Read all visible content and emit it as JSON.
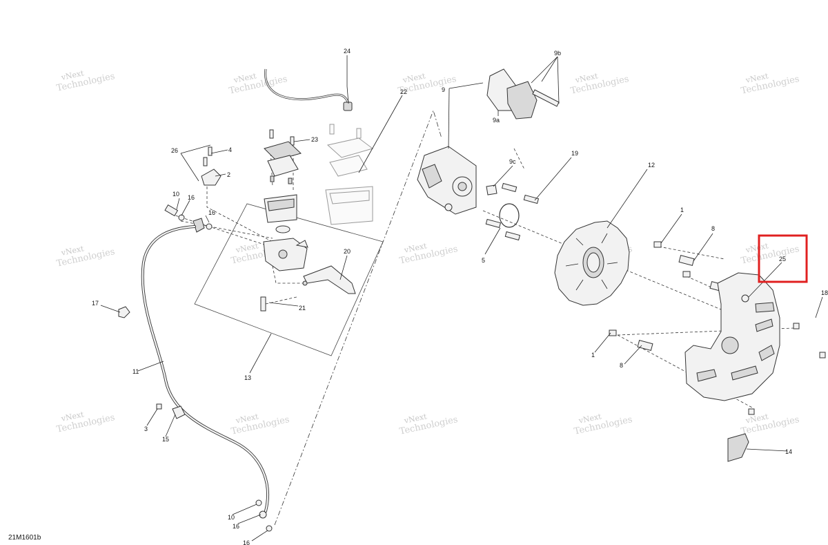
{
  "diagram_code": "21M1601b",
  "watermark": {
    "line1": "vNext",
    "line2": "Technologies"
  },
  "callouts": {
    "c24": "24",
    "c9b": "9b",
    "c9": "9",
    "c9a": "9a",
    "c22": "22",
    "c23": "23",
    "c26": "26",
    "c4": "4",
    "c2": "2",
    "c10a": "10",
    "c16a": "16",
    "c16b": "16",
    "c9c": "9c",
    "c19": "19",
    "c12": "12",
    "c5": "5",
    "c1a": "1",
    "c8a": "8",
    "c25": "25",
    "c18": "18",
    "c1b": "1",
    "c8b": "8",
    "c20": "20",
    "c21": "21",
    "c13": "13",
    "c17": "17",
    "c11": "11",
    "c3": "3",
    "c15": "15",
    "c14": "14",
    "c10b": "10",
    "c16c": "16",
    "c16d": "16"
  },
  "highlight": {
    "color": "#e02020",
    "target": "25"
  }
}
